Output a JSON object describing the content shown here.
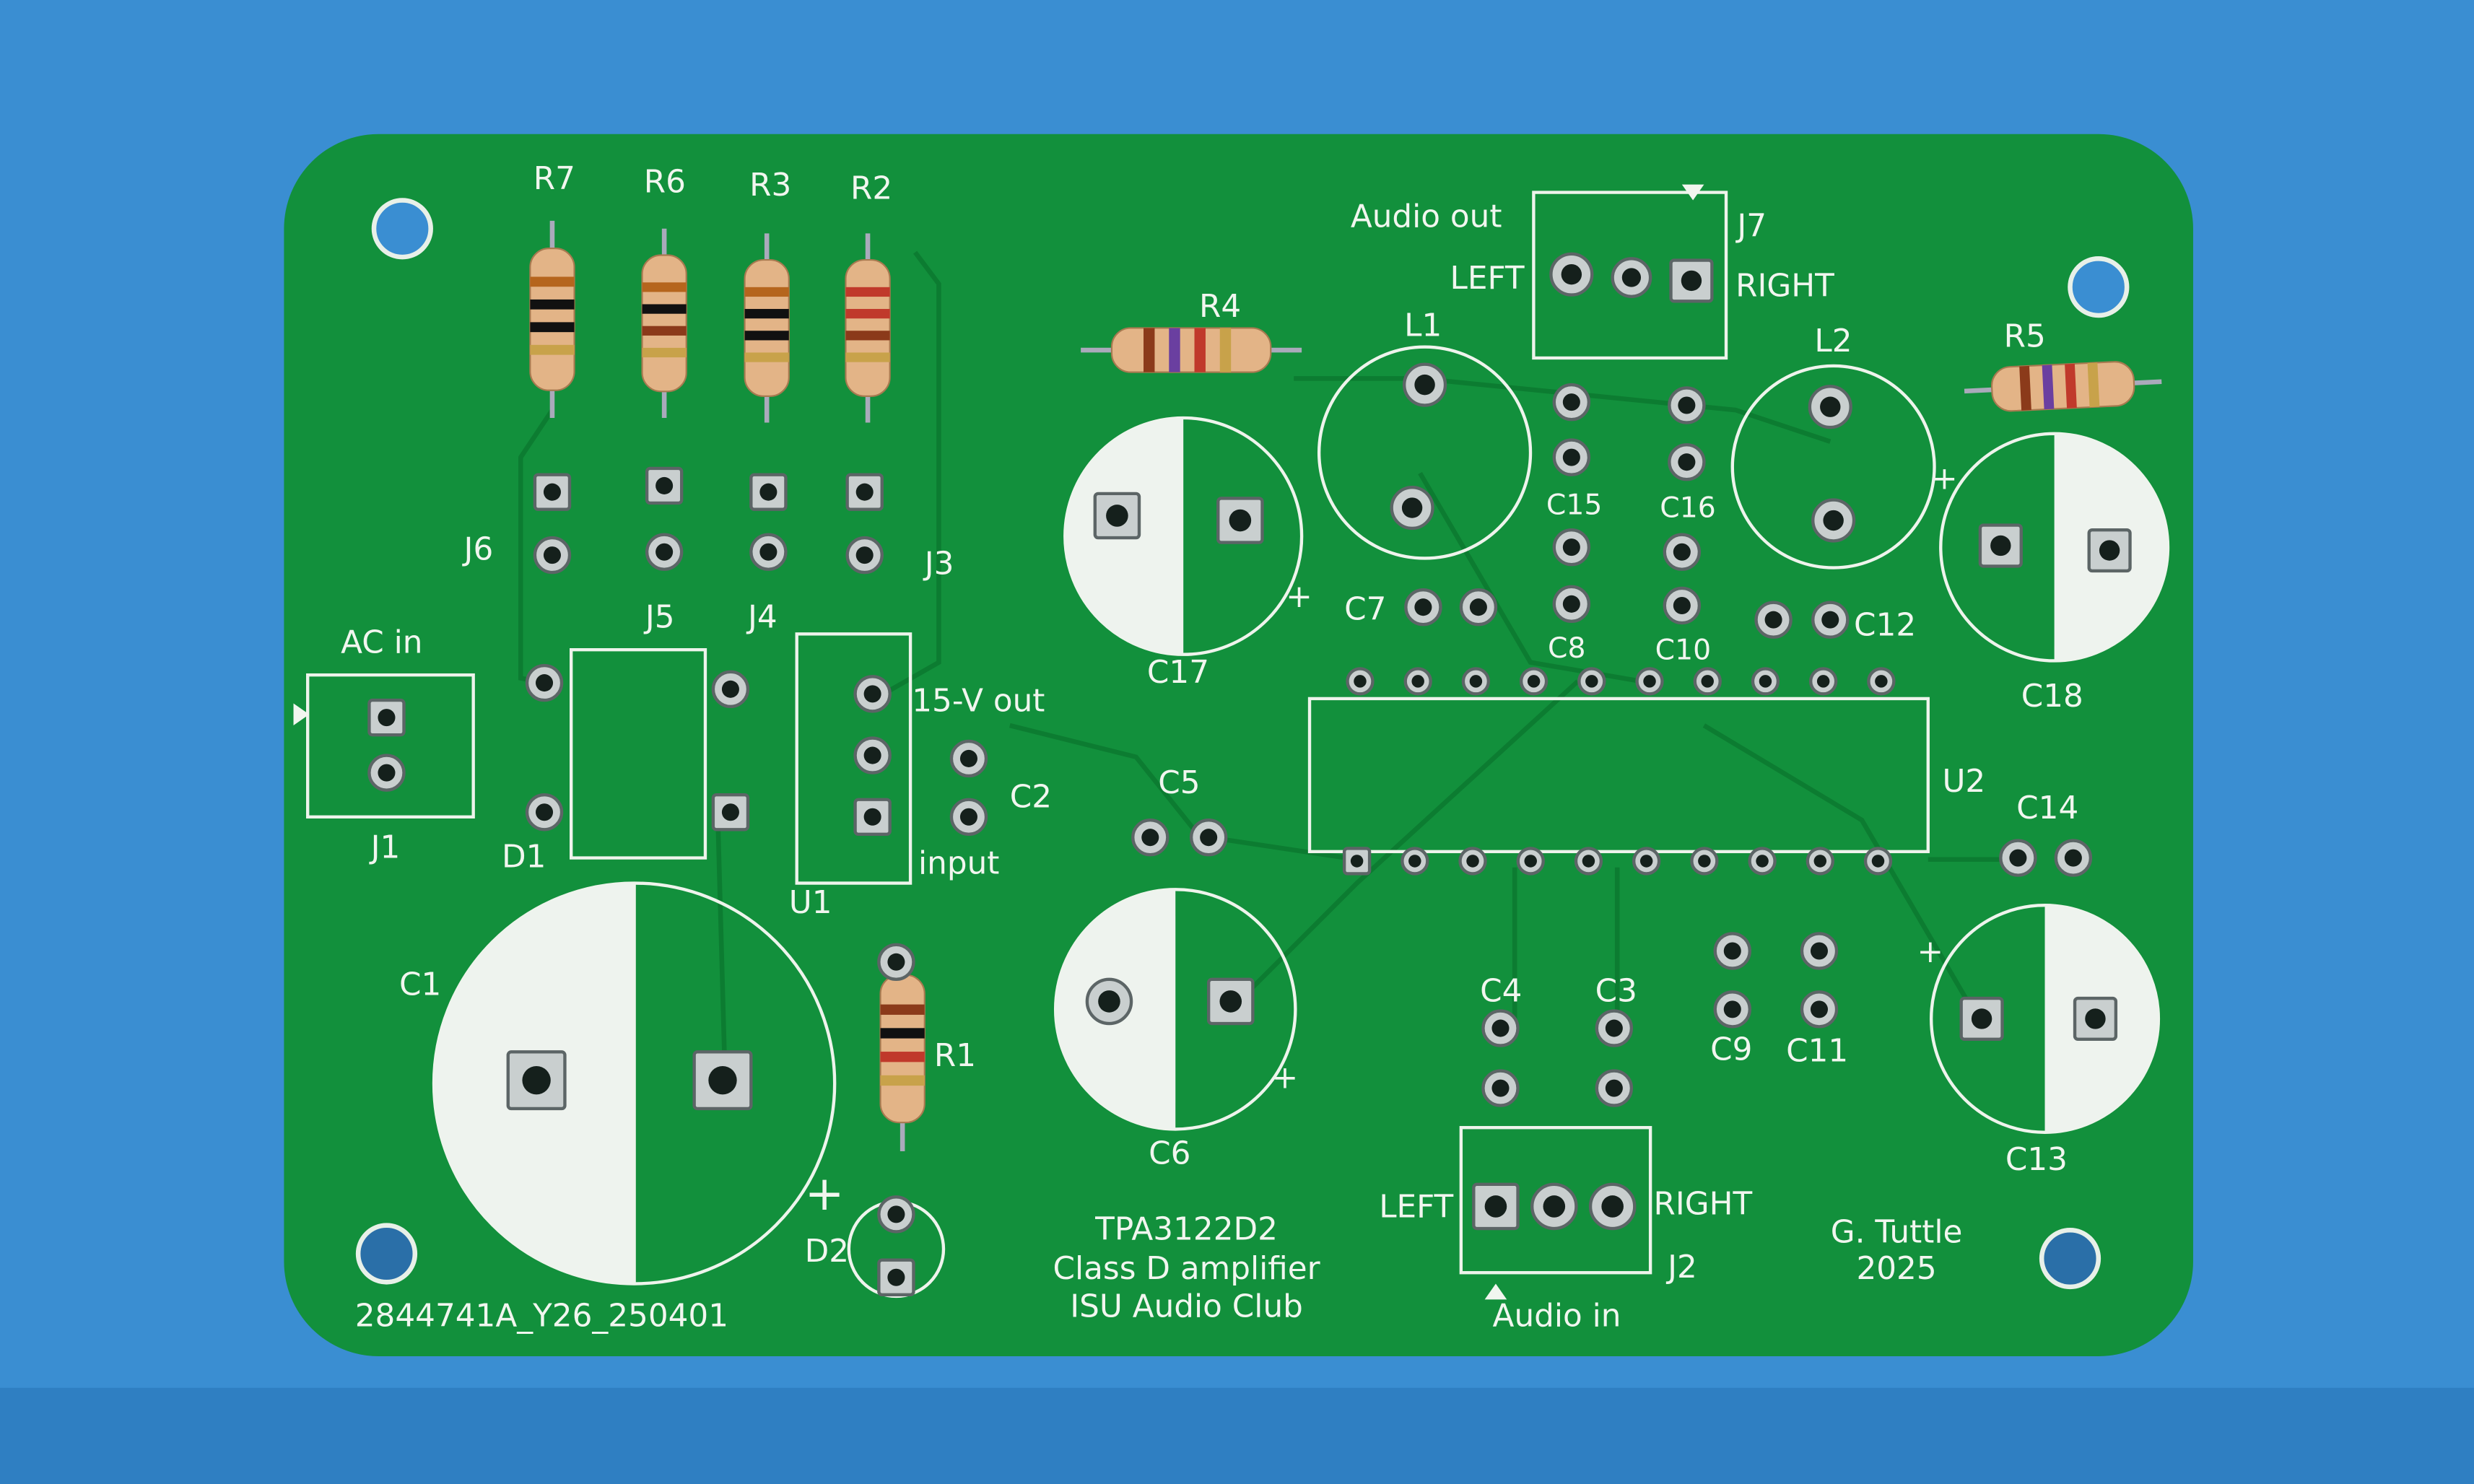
{
  "board": {
    "title_lines": [
      "TPA3122D2",
      "Class D amplifier",
      "ISU Audio Club"
    ],
    "author": "G. Tuttle",
    "year": "2025",
    "serial": "2844741A_Y26_250401",
    "colors": {
      "background": "#3a8ed2",
      "pcb": "#12903c",
      "silkscreen": "#f1f6ef",
      "resistor_body": "#e3b487"
    }
  },
  "labels": {
    "R7": "R7",
    "R6": "R6",
    "R3": "R3",
    "R2": "R2",
    "R1": "R1",
    "R4": "R4",
    "R5": "R5",
    "J1": "J1",
    "J2": "J2",
    "J3": "J3",
    "J4": "J4",
    "J5": "J5",
    "J6": "J6",
    "J7": "J7",
    "AC_in": "AC in",
    "D1": "D1",
    "D2": "D2",
    "U1": "U1",
    "U2": "U2",
    "out_15v": "15-V out",
    "input": "input",
    "C1": "C1",
    "C2": "C2",
    "C3": "C3",
    "C4": "C4",
    "C5": "C5",
    "C6": "C6",
    "C7": "C7",
    "C8": "C8",
    "C9": "C9",
    "C10": "C10",
    "C11": "C11",
    "C12": "C12",
    "C13": "C13",
    "C14": "C14",
    "C15": "C15",
    "C16": "C16",
    "C17": "C17",
    "C18": "C18",
    "L1": "L1",
    "L2": "L2",
    "audio_out": "Audio out",
    "audio_in": "Audio in",
    "left_out": "LEFT",
    "right_out": "RIGHT",
    "left_in": "LEFT",
    "right_in": "RIGHT",
    "plus_c1": "+",
    "plus_c6": "+",
    "plus_c17": "+",
    "plus_c18": "+",
    "plus_c13": "+"
  }
}
